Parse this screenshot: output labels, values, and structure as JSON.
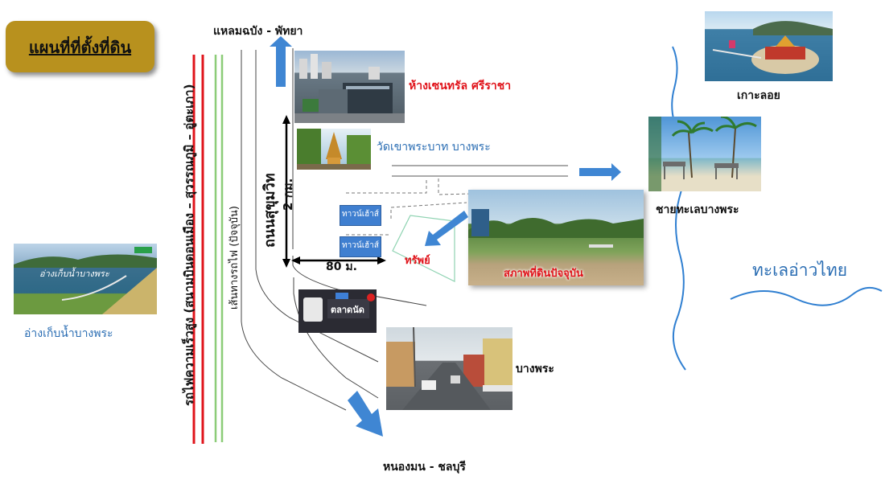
{
  "map": {
    "title": "แผนที่ที่ตั้งที่ดิน",
    "north_destination": "แหลมฉบัง - พัทยา",
    "south_destination": "หนองมน - ชลบุรี",
    "road_name": "ถนนสุขุมวิท",
    "distance_vertical": "2 กม.",
    "distance_frontage": "80 ม.",
    "railway_label": "เส้นทางรถไฟ (ปัจจุบัน)",
    "highspeed_label": "รถไฟความเร็วสูง (สนามบินดอนเมือง – สุวรรณภูมิ – อู่ตะเภา)",
    "sea_label": "ทะเลอ่าวไทย",
    "property_label": "ทรัพย์",
    "townhouse_label_1": "ทาวน์เฮ้าส์",
    "townhouse_label_2": "ทาวน์เฮ้าส์",
    "landmarks": {
      "mall": "ห้างเซนทรัล ศรีราชา",
      "temple": "วัดเขาพระบาท บางพระ",
      "reservoir": "อ่างเก็บน้ำบางพระ",
      "reservoir_photo_caption": "อ่างเก็บน้ำบางพระ",
      "island": "เกาะลอย",
      "beach": "ชายทะเลบางพระ",
      "town": "บางพระ",
      "land_photo": "สภาพที่ดินปัจจุบัน",
      "market_sign": "ตลาดนัด"
    },
    "colors": {
      "title_badge": "#b8911e",
      "highspeed_rail": "#e0141b",
      "railway": "#7cc06a",
      "arrow_blue": "#3f86d3",
      "label_red": "#e0141b",
      "label_blue": "#2a6db3"
    }
  }
}
